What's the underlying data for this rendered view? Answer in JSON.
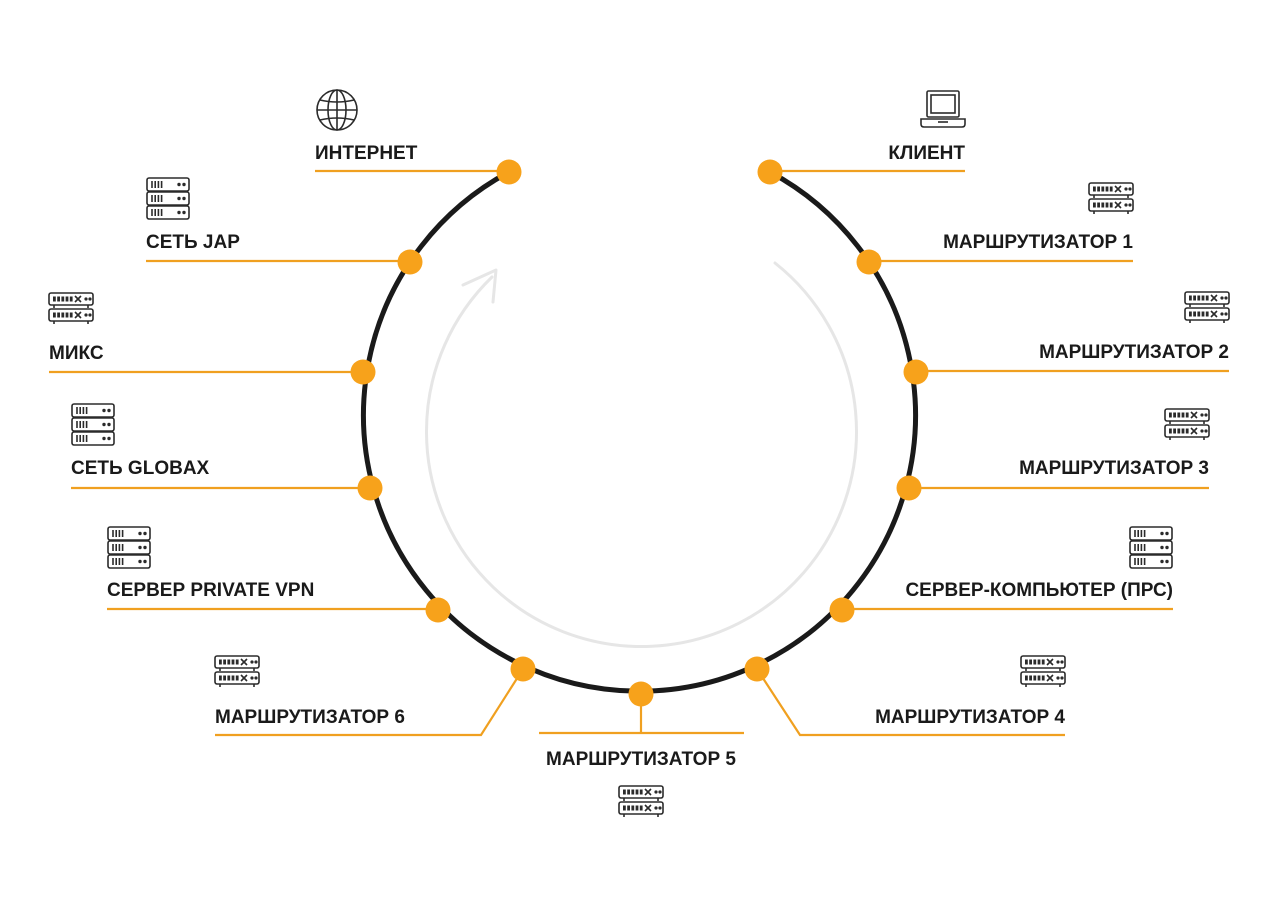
{
  "colors": {
    "ring": "#1a1a1a",
    "node": "#f7a21b",
    "leader": "#f0a020",
    "arrow": "#e6e6e6",
    "icon": "#2b2b2b"
  },
  "nodes": [
    {
      "id": "internet",
      "label": "ИНТЕРНЕТ",
      "icon": "globe-icon"
    },
    {
      "id": "jap",
      "label": "СЕТЬ JAP",
      "icon": "server-icon"
    },
    {
      "id": "mix",
      "label": "МИКС",
      "icon": "router-icon"
    },
    {
      "id": "globax",
      "label": "СЕТЬ GLOBAX",
      "icon": "server-icon"
    },
    {
      "id": "private-vpn",
      "label": "СЕРВЕР PRIVATE VPN",
      "icon": "server-icon"
    },
    {
      "id": "router-6",
      "label": "МАРШРУТИЗАТОР 6",
      "icon": "router-icon"
    },
    {
      "id": "router-5",
      "label": "МАРШРУТИЗАТОР 5",
      "icon": "router-icon"
    },
    {
      "id": "router-4",
      "label": "МАРШРУТИЗАТОР 4",
      "icon": "router-icon"
    },
    {
      "id": "pc-server",
      "label": "СЕРВЕР-КОМПЬЮТЕР (ПРС)",
      "icon": "server-icon"
    },
    {
      "id": "router-3",
      "label": "МАРШРУТИЗАТОР 3",
      "icon": "router-icon"
    },
    {
      "id": "router-2",
      "label": "МАРШРУТИЗАТОР 2",
      "icon": "router-icon"
    },
    {
      "id": "router-1",
      "label": "МАРШРУТИЗАТОР 1",
      "icon": "router-icon"
    },
    {
      "id": "client",
      "label": "КЛИЕНТ",
      "icon": "laptop-icon"
    }
  ]
}
